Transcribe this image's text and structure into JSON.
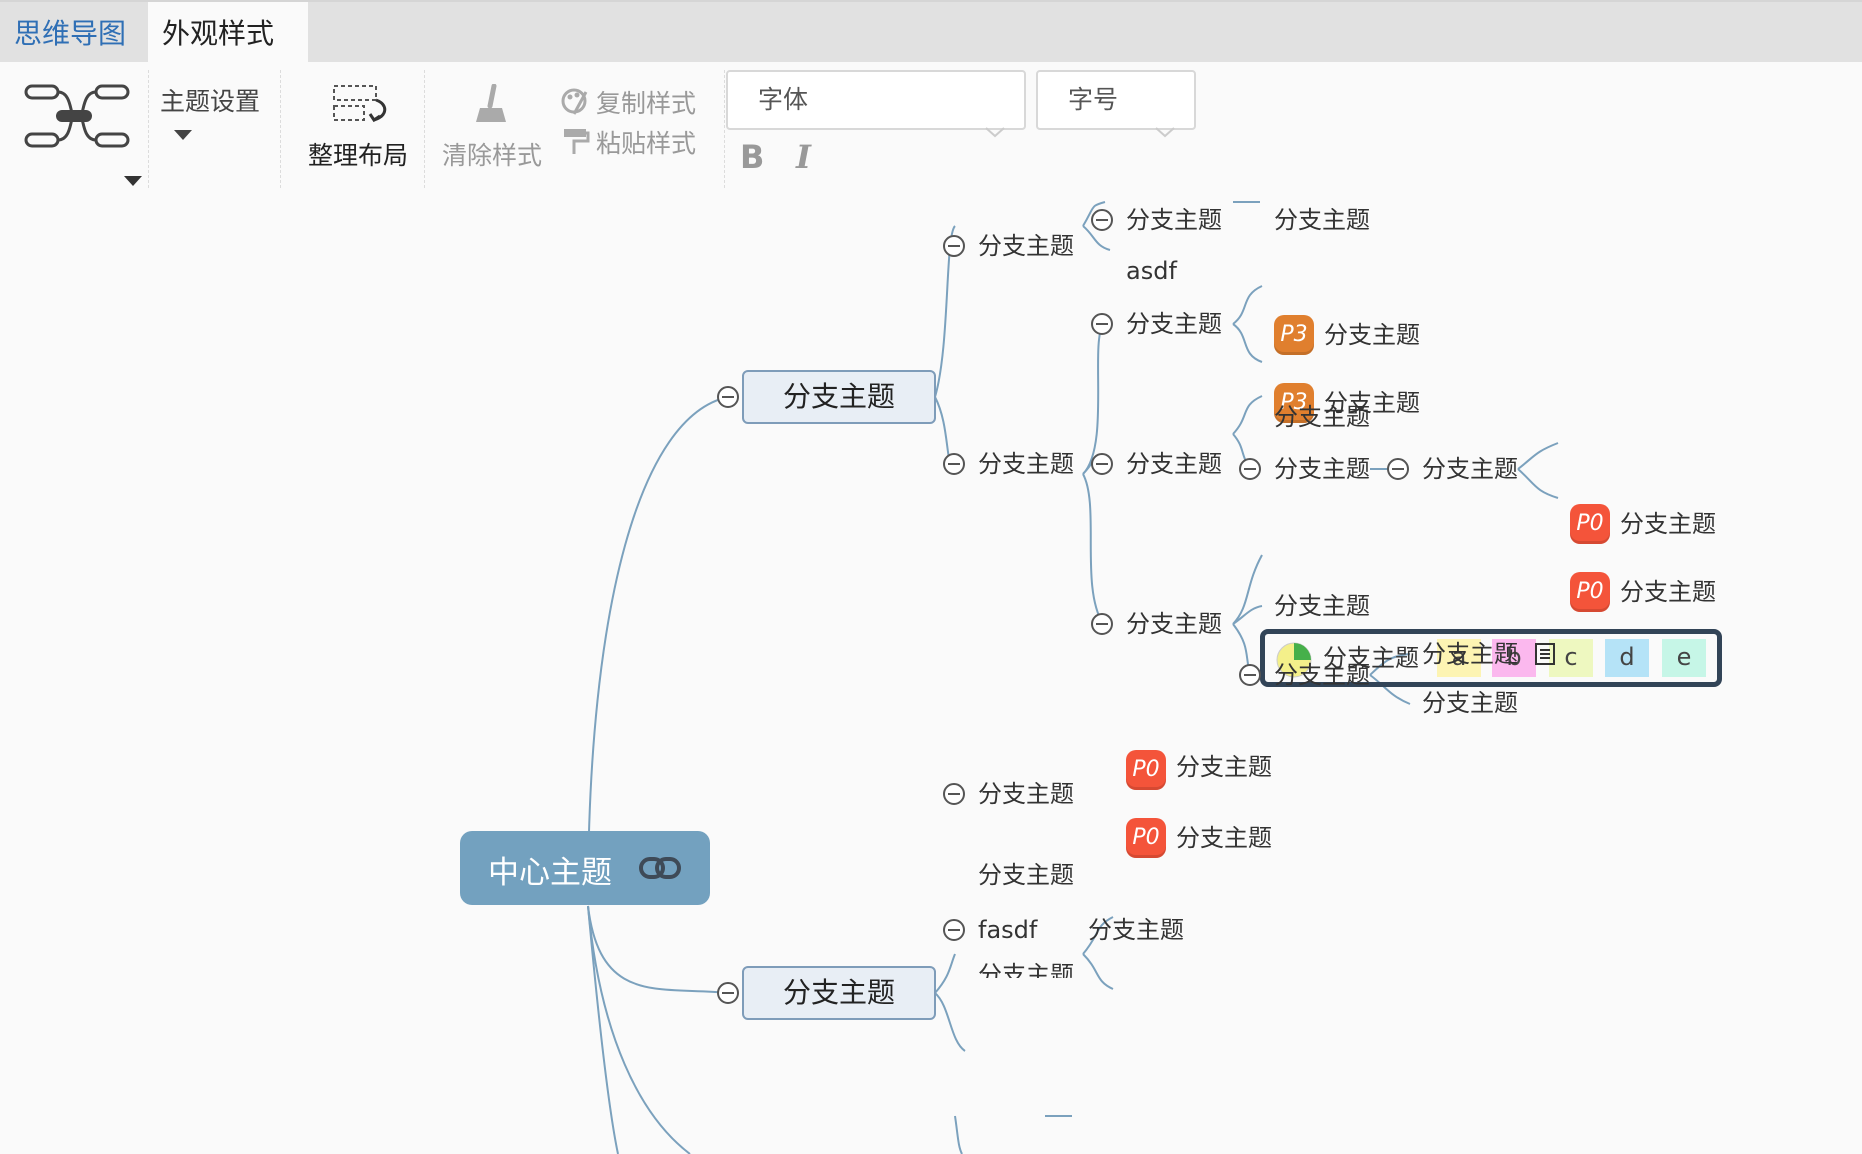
{
  "tabs": [
    {
      "label": "思维导图",
      "active": false
    },
    {
      "label": "外观样式",
      "active": true
    }
  ],
  "ribbon": {
    "theme_settings": "主题设置",
    "arrange_layout": "整理布局",
    "clear_style": "清除样式",
    "copy_style": "复制样式",
    "paste_style": "粘贴样式",
    "font_placeholder": "字体",
    "size_placeholder": "字号",
    "bold": "B",
    "italic": "I"
  },
  "mindmap": {
    "center": "中心主题",
    "main1": "分支主题",
    "main2": "分支主题",
    "n_a": "分支主题",
    "n_a1": "分支主题",
    "n_a1x": "分支主题",
    "n_a2": "asdf",
    "n_b": "分支主题",
    "n_b1": "分支主题",
    "n_b1a": "分支主题",
    "n_b1b": "分支主题",
    "n_b2": "分支主题",
    "n_b2a": "分支主题",
    "n_b2b": "分支主题",
    "n_b2b1": "分支主题",
    "n_b2b1a": "分支主题",
    "n_b2b1b": "分支主题",
    "n_b3": "分支主题",
    "n_b3a": "分支主题",
    "n_b3b": "分支主题",
    "n_b3c": "分支主题",
    "n_b3c1": "分支主题",
    "n_b3c2": "分支主题",
    "n_c": "分支主题",
    "n_c1": "分支主题",
    "n_c2": "分支主题",
    "n_d": "分支主题",
    "n_e": "fasdf",
    "n_e1": "分支主题",
    "n_f": "分支主题",
    "priority_p3": "P3",
    "priority_p0": "P0",
    "tags": [
      "a",
      "b",
      "c",
      "d",
      "e"
    ],
    "tag_colors": [
      "#fdf4b3",
      "#fbb8ee",
      "#eef8c0",
      "#b5e3f7",
      "#c6f6e7"
    ],
    "accent": "#73a1bf",
    "edge_color": "#7ba1bd"
  }
}
